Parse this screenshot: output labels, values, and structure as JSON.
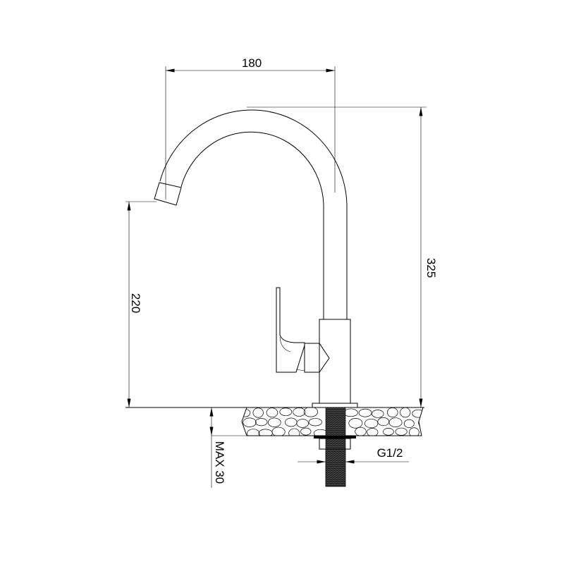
{
  "drawing": {
    "subject": "faucet-side-elevation",
    "dimensions": {
      "reach": "180",
      "total_height": "325",
      "spout_height": "220",
      "max_counter_thickness": "MAX 30",
      "thread": "G1/2"
    },
    "colors": {
      "line": "#000000",
      "background": "#ffffff"
    }
  }
}
